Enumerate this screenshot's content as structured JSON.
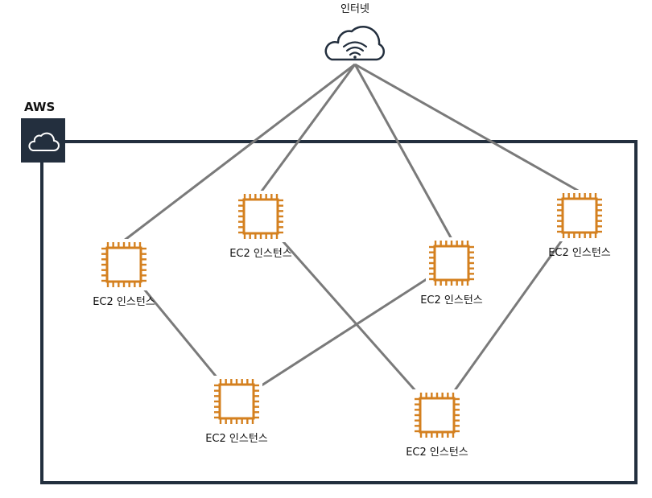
{
  "internet": {
    "label": "인터넷"
  },
  "aws": {
    "label": "AWS"
  },
  "instances": [
    {
      "id": "i1",
      "label": "EC2 인스턴스"
    },
    {
      "id": "i2",
      "label": "EC2 인스턴스"
    },
    {
      "id": "i3",
      "label": "EC2 인스턴스"
    },
    {
      "id": "i4",
      "label": "EC2 인스턴스"
    },
    {
      "id": "i5",
      "label": "EC2 인스턴스"
    },
    {
      "id": "i6",
      "label": "EC2 인스턴스"
    }
  ],
  "connections": [
    [
      "internet",
      "i1"
    ],
    [
      "internet",
      "i2"
    ],
    [
      "internet",
      "i3"
    ],
    [
      "internet",
      "i4"
    ],
    [
      "i1",
      "i5"
    ],
    [
      "i2",
      "i6"
    ],
    [
      "i3",
      "i5"
    ],
    [
      "i4",
      "i6"
    ]
  ],
  "colors": {
    "chip": "#D4801F",
    "line": "#7A7A7A",
    "frame": "#232F3E",
    "text": "#111111"
  }
}
